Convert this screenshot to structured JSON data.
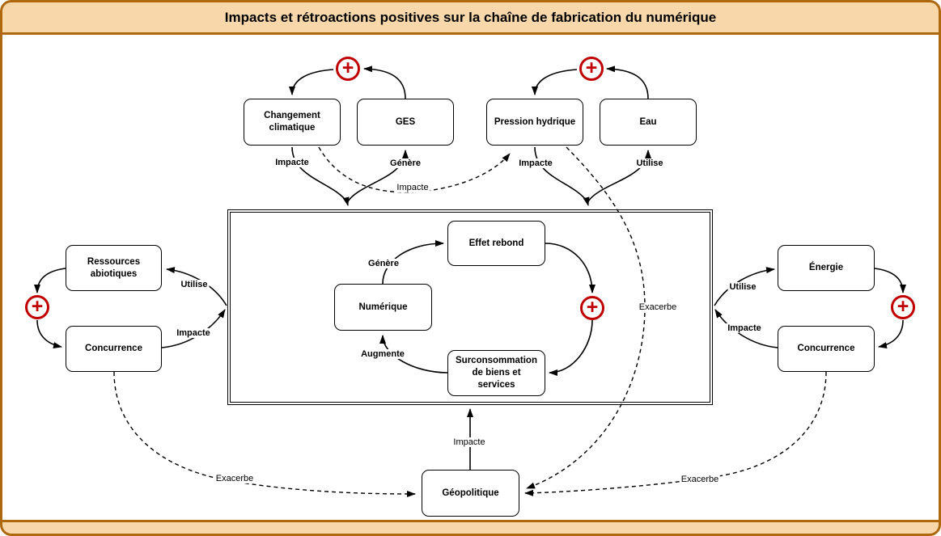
{
  "title": "Impacts et rétroactions positives sur la chaîne de fabrication du numérique",
  "colors": {
    "frame_border": "#AE690F",
    "frame_fill": "#F8D8AA",
    "canvas_fill": "#FFFFFF",
    "node_fill": "#FFFFFF",
    "node_border": "#000000",
    "connector": "#000000",
    "feedback_red": "#C00000"
  },
  "icons": {
    "plus": "+"
  },
  "nodes": {
    "changement_climatique": "Changement climatique",
    "ges": "GES",
    "pression_hydrique": "Pression hydrique",
    "eau": "Eau",
    "ressources_abiotiques": "Ressources abiotiques",
    "concurrence_gauche": "Concurrence",
    "energie": "Énergie",
    "concurrence_droite": "Concurrence",
    "effet_rebond": "Effet rebond",
    "numerique": "Numérique",
    "surconsommation": "Surconsommation de biens et services",
    "geopolitique": "Géopolitique"
  },
  "edge_labels": {
    "impacte_climat": "Impacte",
    "genere_ges": "Génère",
    "impacte_hydrique": "Impacte",
    "utilise_eau": "Utilise",
    "utilise_ressources": "Utilise",
    "impacte_concurrence_gauche": "Impacte",
    "utilise_energie": "Utilise",
    "impacte_concurrence_droite": "Impacte",
    "genere_effet_rebond": "Génère",
    "augmente_numerique": "Augmente",
    "impacte_climat_hydrique": "Impacte",
    "impacte_geopolitique": "Impacte",
    "exacerbe_gauche": "Exacerbe",
    "exacerbe_droite": "Exacerbe",
    "exacerbe_hydrique": "Exacerbe"
  }
}
